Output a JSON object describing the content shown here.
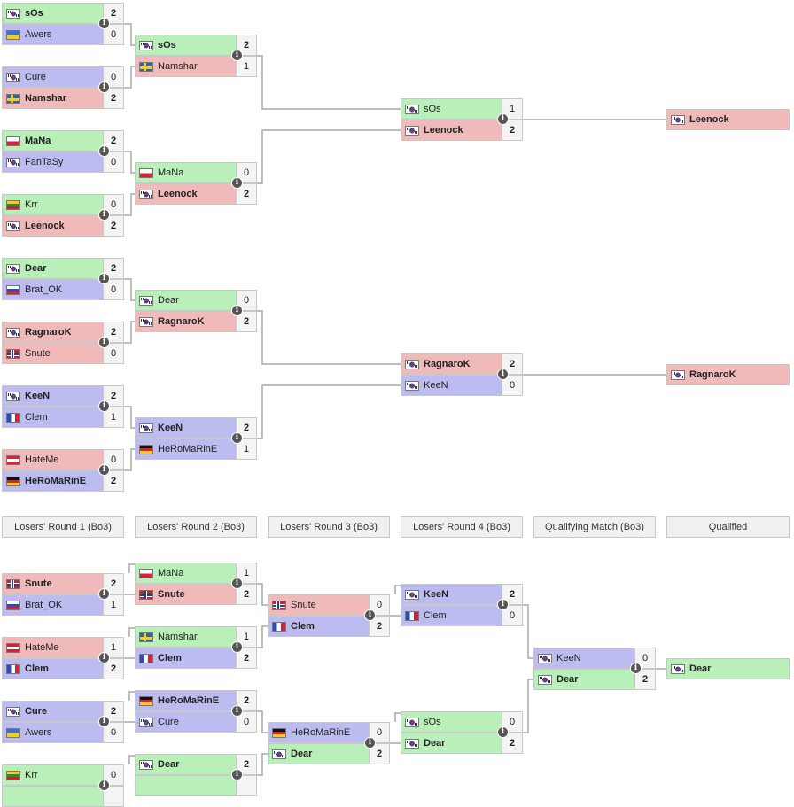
{
  "colors": {
    "green": "#b9efb9",
    "blue": "#bcbcf0",
    "red": "#f1baba",
    "line": "#a8a8a8",
    "header_bg": "#f0f0f0"
  },
  "round_labels": [
    "Losers' Round 1 (Bo3)",
    "Losers' Round 2 (Bo3)",
    "Losers' Round 3 (Bo3)",
    "Losers' Round 4 (Bo3)",
    "Qualifying Match (Bo3)",
    "Qualified"
  ],
  "upper_matches": [
    {
      "round": 1,
      "players": [
        {
          "name": "sOs",
          "flag": "kr",
          "score": "2",
          "color": "green",
          "winner": true
        },
        {
          "name": "Awers",
          "flag": "ua",
          "score": "0",
          "color": "blue",
          "winner": false
        }
      ]
    },
    {
      "round": 1,
      "players": [
        {
          "name": "Cure",
          "flag": "kr",
          "score": "0",
          "color": "blue",
          "winner": false
        },
        {
          "name": "Namshar",
          "flag": "se",
          "score": "2",
          "color": "red",
          "winner": true
        }
      ]
    },
    {
      "round": 1,
      "players": [
        {
          "name": "MaNa",
          "flag": "pl",
          "score": "2",
          "color": "green",
          "winner": true
        },
        {
          "name": "FanTaSy",
          "flag": "kr",
          "score": "0",
          "color": "blue",
          "winner": false
        }
      ]
    },
    {
      "round": 1,
      "players": [
        {
          "name": "Krr",
          "flag": "lt",
          "score": "0",
          "color": "green",
          "winner": false
        },
        {
          "name": "Leenock",
          "flag": "kr",
          "score": "2",
          "color": "red",
          "winner": true
        }
      ]
    },
    {
      "round": 1,
      "players": [
        {
          "name": "Dear",
          "flag": "kr",
          "score": "2",
          "color": "green",
          "winner": true
        },
        {
          "name": "Brat_OK",
          "flag": "ru",
          "score": "0",
          "color": "blue",
          "winner": false
        }
      ]
    },
    {
      "round": 1,
      "players": [
        {
          "name": "RagnaroK",
          "flag": "kr",
          "score": "2",
          "color": "red",
          "winner": true
        },
        {
          "name": "Snute",
          "flag": "no",
          "score": "0",
          "color": "red",
          "winner": false
        }
      ]
    },
    {
      "round": 1,
      "players": [
        {
          "name": "KeeN",
          "flag": "kr",
          "score": "2",
          "color": "blue",
          "winner": true
        },
        {
          "name": "Clem",
          "flag": "fr",
          "score": "1",
          "color": "blue",
          "winner": false
        }
      ]
    },
    {
      "round": 1,
      "players": [
        {
          "name": "HateMe",
          "flag": "at",
          "score": "0",
          "color": "red",
          "winner": false
        },
        {
          "name": "HeRoMaRinE",
          "flag": "de",
          "score": "2",
          "color": "blue",
          "winner": true
        }
      ]
    },
    {
      "round": 2,
      "players": [
        {
          "name": "sOs",
          "flag": "kr",
          "score": "2",
          "color": "green",
          "winner": true
        },
        {
          "name": "Namshar",
          "flag": "se",
          "score": "1",
          "color": "red",
          "winner": false
        }
      ]
    },
    {
      "round": 2,
      "players": [
        {
          "name": "MaNa",
          "flag": "pl",
          "score": "0",
          "color": "green",
          "winner": false
        },
        {
          "name": "Leenock",
          "flag": "kr",
          "score": "2",
          "color": "red",
          "winner": true
        }
      ]
    },
    {
      "round": 2,
      "players": [
        {
          "name": "Dear",
          "flag": "kr",
          "score": "0",
          "color": "green",
          "winner": false
        },
        {
          "name": "RagnaroK",
          "flag": "kr",
          "score": "2",
          "color": "red",
          "winner": true
        }
      ]
    },
    {
      "round": 2,
      "players": [
        {
          "name": "KeeN",
          "flag": "kr",
          "score": "2",
          "color": "blue",
          "winner": true
        },
        {
          "name": "HeRoMaRinE",
          "flag": "de",
          "score": "1",
          "color": "blue",
          "winner": false
        }
      ]
    },
    {
      "round": 4,
      "players": [
        {
          "name": "sOs",
          "flag": "kr",
          "score": "1",
          "color": "green",
          "winner": false
        },
        {
          "name": "Leenock",
          "flag": "kr",
          "score": "2",
          "color": "red",
          "winner": true
        }
      ]
    },
    {
      "round": 4,
      "players": [
        {
          "name": "RagnaroK",
          "flag": "kr",
          "score": "2",
          "color": "red",
          "winner": true
        },
        {
          "name": "KeeN",
          "flag": "kr",
          "score": "0",
          "color": "blue",
          "winner": false
        }
      ]
    }
  ],
  "upper_qualified": [
    {
      "name": "Leenock",
      "flag": "kr",
      "color": "red"
    },
    {
      "name": "RagnaroK",
      "flag": "kr",
      "color": "red"
    }
  ],
  "lower_matches": [
    {
      "round": 1,
      "players": [
        {
          "name": "Snute",
          "flag": "no",
          "score": "2",
          "color": "red",
          "winner": true
        },
        {
          "name": "Brat_OK",
          "flag": "ru",
          "score": "1",
          "color": "blue",
          "winner": false
        }
      ]
    },
    {
      "round": 1,
      "players": [
        {
          "name": "HateMe",
          "flag": "at",
          "score": "1",
          "color": "red",
          "winner": false
        },
        {
          "name": "Clem",
          "flag": "fr",
          "score": "2",
          "color": "blue",
          "winner": true
        }
      ]
    },
    {
      "round": 1,
      "players": [
        {
          "name": "Cure",
          "flag": "kr",
          "score": "2",
          "color": "blue",
          "winner": true
        },
        {
          "name": "Awers",
          "flag": "ua",
          "score": "0",
          "color": "blue",
          "winner": false
        }
      ]
    },
    {
      "round": 1,
      "players": [
        {
          "name": "Krr",
          "flag": "lt",
          "score": "0",
          "color": "green",
          "winner": false
        },
        {
          "name": "",
          "flag": "",
          "score": "",
          "color": "green",
          "winner": false
        }
      ]
    },
    {
      "round": 2,
      "players": [
        {
          "name": "MaNa",
          "flag": "pl",
          "score": "1",
          "color": "green",
          "winner": false
        },
        {
          "name": "Snute",
          "flag": "no",
          "score": "2",
          "color": "red",
          "winner": true
        }
      ]
    },
    {
      "round": 2,
      "players": [
        {
          "name": "Namshar",
          "flag": "se",
          "score": "1",
          "color": "green",
          "winner": false
        },
        {
          "name": "Clem",
          "flag": "fr",
          "score": "2",
          "color": "blue",
          "winner": true
        }
      ]
    },
    {
      "round": 2,
      "players": [
        {
          "name": "HeRoMaRinE",
          "flag": "de",
          "score": "2",
          "color": "blue",
          "winner": true
        },
        {
          "name": "Cure",
          "flag": "kr",
          "score": "0",
          "color": "blue",
          "winner": false
        }
      ]
    },
    {
      "round": 2,
      "players": [
        {
          "name": "Dear",
          "flag": "kr",
          "score": "2",
          "color": "green",
          "winner": true
        },
        {
          "name": "",
          "flag": "",
          "score": "",
          "color": "green",
          "winner": false
        }
      ]
    },
    {
      "round": 3,
      "players": [
        {
          "name": "Snute",
          "flag": "no",
          "score": "0",
          "color": "red",
          "winner": false
        },
        {
          "name": "Clem",
          "flag": "fr",
          "score": "2",
          "color": "blue",
          "winner": true
        }
      ]
    },
    {
      "round": 3,
      "players": [
        {
          "name": "HeRoMaRinE",
          "flag": "de",
          "score": "0",
          "color": "blue",
          "winner": false
        },
        {
          "name": "Dear",
          "flag": "kr",
          "score": "2",
          "color": "green",
          "winner": true
        }
      ]
    },
    {
      "round": 4,
      "players": [
        {
          "name": "KeeN",
          "flag": "kr",
          "score": "2",
          "color": "blue",
          "winner": true
        },
        {
          "name": "Clem",
          "flag": "fr",
          "score": "0",
          "color": "blue",
          "winner": false
        }
      ]
    },
    {
      "round": 4,
      "players": [
        {
          "name": "sOs",
          "flag": "kr",
          "score": "0",
          "color": "green",
          "winner": false
        },
        {
          "name": "Dear",
          "flag": "kr",
          "score": "2",
          "color": "green",
          "winner": true
        }
      ]
    },
    {
      "round": 5,
      "players": [
        {
          "name": "KeeN",
          "flag": "kr",
          "score": "0",
          "color": "blue",
          "winner": false
        },
        {
          "name": "Dear",
          "flag": "kr",
          "score": "2",
          "color": "green",
          "winner": true
        }
      ]
    }
  ],
  "lower_qualified": [
    {
      "name": "Dear",
      "flag": "kr",
      "color": "green"
    }
  ]
}
